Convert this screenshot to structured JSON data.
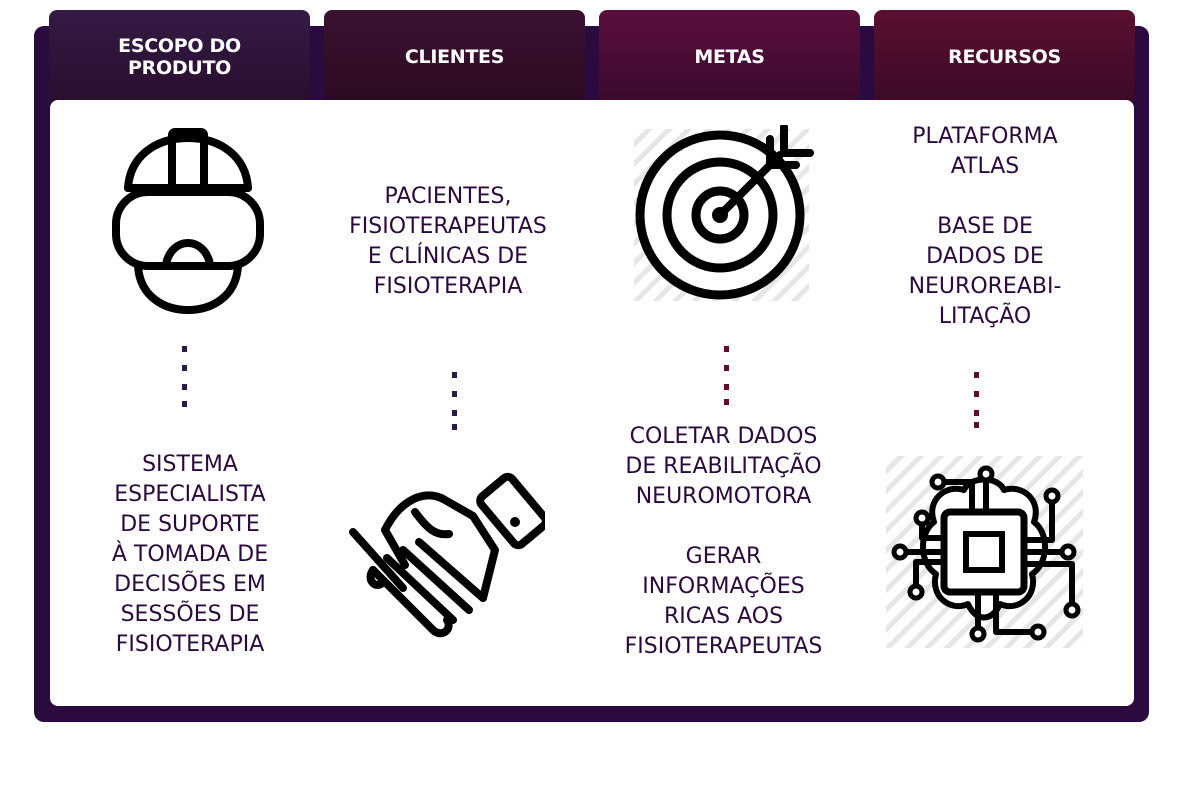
{
  "columns": [
    {
      "header": "ESCOPO DO\nPRODUTO",
      "icon": "vr-headset-person-icon",
      "description": "SISTEMA\nESPECIALISTA\nDE SUPORTE\nÀ TOMADA DE\nDECISÕES EM\nSESSÕES DE\nFISIOTERAPIA"
    },
    {
      "header": "CLIENTES",
      "icon": "handshake-icon",
      "description": "PACIENTES,\nFISIOTERAPEUTAS\nE CLÍNICAS DE\nFISIOTERAPIA"
    },
    {
      "header": "METAS",
      "icon": "target-arrow-icon",
      "description": "COLETAR DADOS\nDE REABILITAÇÃO\nNEUROMOTORA\n\nGERAR\nINFORMAÇÕES\nRICAS AOS\nFISIOTERAPEUTAS"
    },
    {
      "header": "RECURSOS",
      "icon": "brain-chip-icon",
      "description": "PLATAFORMA\nATLAS\n\nBASE DE\nDADOS DE\nNEUROREABI-\nLITAÇÃO"
    }
  ],
  "colors": {
    "frame": "#2b0a3f",
    "text": "#2a0a3c",
    "dots_dark": "#2a1a4a",
    "dots_maroon": "#5a0f2e"
  }
}
